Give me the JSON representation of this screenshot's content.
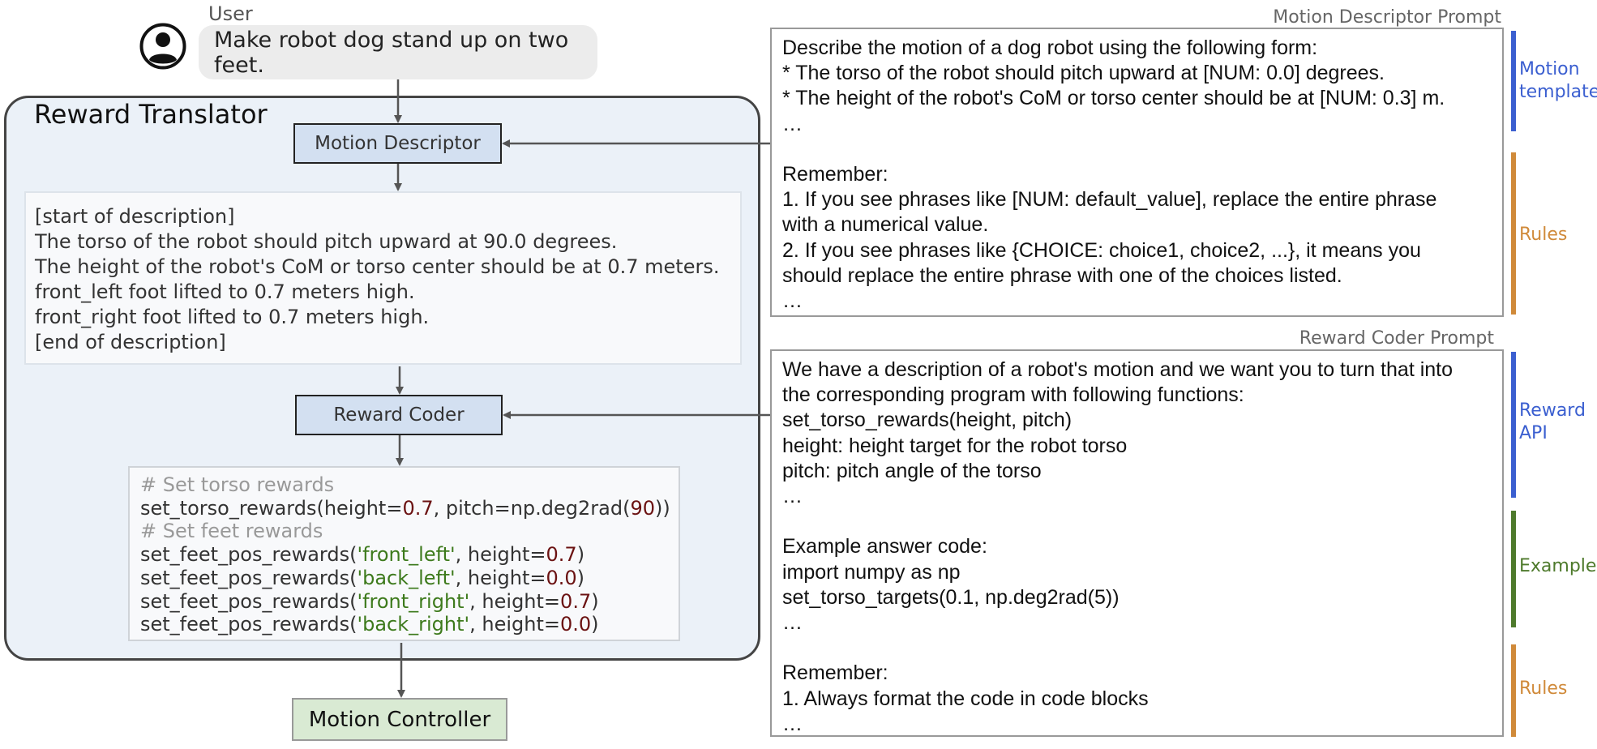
{
  "user": {
    "label": "User",
    "message": "Make robot dog stand up on two feet."
  },
  "translator": {
    "title": "Reward Translator",
    "motion_descriptor_label": "Motion Descriptor",
    "reward_coder_label": "Reward Coder",
    "description_lines": [
      "[start of description]",
      "The torso of the robot should pitch upward at 90.0 degrees.",
      "The height of the robot's CoM or torso center should be at 0.7 meters.",
      "front_left foot lifted to 0.7 meters high.",
      "front_right foot lifted to 0.7 meters high.",
      "[end of description]"
    ],
    "code": {
      "comment_torso": "# Set torso rewards",
      "torso_call": {
        "a": "set_torso_rewards(height=",
        "n1": "0.7",
        "b": ", pitch=np.deg2rad(",
        "n2": "90",
        "c": "))"
      },
      "comment_feet": "# Set feet rewards",
      "feet_calls": [
        {
          "a": "set_feet_pos_rewards(",
          "s": "'front_left'",
          "b": ", height=",
          "n": "0.7",
          "c": ")"
        },
        {
          "a": "set_feet_pos_rewards(",
          "s": "'back_left'",
          "b": ", height=",
          "n": "0.0",
          "c": ")"
        },
        {
          "a": "set_feet_pos_rewards(",
          "s": "'front_right'",
          "b": ", height=",
          "n": "0.7",
          "c": ")"
        },
        {
          "a": "set_feet_pos_rewards(",
          "s": "'back_right'",
          "b": ", height=",
          "n": "0.0",
          "c": ")"
        }
      ]
    }
  },
  "motion_controller_label": "Motion Controller",
  "motion_descriptor_prompt": {
    "title": "Motion Descriptor Prompt",
    "lines": [
      "Describe the motion of a dog robot using the following form:",
      "* The torso of the robot should pitch upward at [NUM: 0.0] degrees.",
      "* The height of the robot's CoM or torso center should be at [NUM: 0.3] m.",
      "…",
      "",
      "Remember:",
      "1. If you see phrases like [NUM: default_value], replace the entire phrase",
      "with a numerical value.",
      "2. If you see phrases like {CHOICE: choice1, choice2, ...}, it means you",
      "should replace the entire phrase with one of the choices listed.",
      "…"
    ],
    "sections": [
      {
        "label_lines": [
          "Motion",
          "template"
        ],
        "color": "#3b5fd0"
      },
      {
        "label_lines": [
          "Rules"
        ],
        "color": "#d08a3a"
      }
    ]
  },
  "reward_coder_prompt": {
    "title": "Reward Coder Prompt",
    "lines": [
      "We have a description of a robot's motion and we want you to turn that into",
      "the corresponding program with following functions:",
      "set_torso_rewards(height, pitch)",
      "height: height target for the robot torso",
      "pitch: pitch angle of the torso",
      "…",
      "",
      "Example answer code:",
      "import numpy as np",
      "set_torso_targets(0.1, np.deg2rad(5))",
      "…",
      "",
      "Remember:",
      "1. Always format the code in code blocks",
      "…"
    ],
    "sections": [
      {
        "label_lines": [
          "Reward",
          "API"
        ],
        "color": "#3b5fd0"
      },
      {
        "label_lines": [
          "Example"
        ],
        "color": "#4e7a2c"
      },
      {
        "label_lines": [
          "Rules"
        ],
        "color": "#d08a3a"
      }
    ]
  },
  "colors": {
    "process_box": "#d3e0f1",
    "translator_bg": "#ebf1f8",
    "controller_box": "#d9ead3",
    "arrow": "#555555",
    "code_number": "#6b1212",
    "code_string": "#3d7a1c",
    "code_comment": "#999999"
  }
}
